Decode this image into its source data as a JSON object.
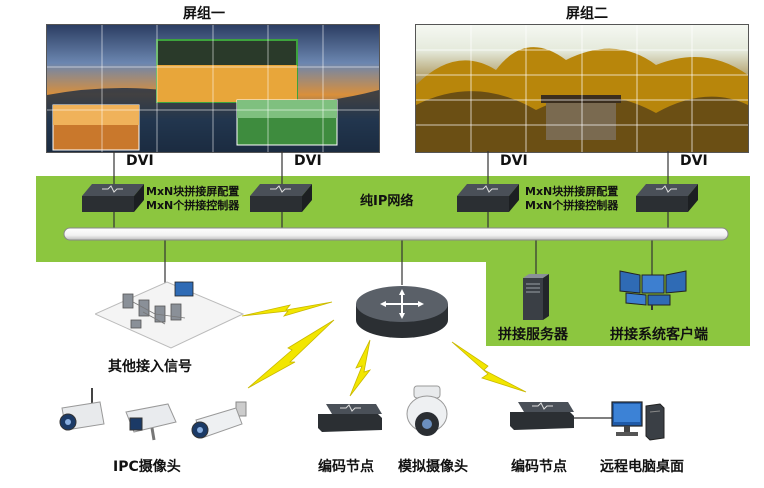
{
  "screen_groups": {
    "group1_title": "屏组一",
    "group2_title": "屏组二"
  },
  "dvi_labels": [
    "DVI",
    "DVI",
    "DVI",
    "DVI"
  ],
  "network": {
    "label": "纯IP网络",
    "controller_caption_line1": "MxN块拼接屏配置",
    "controller_caption_line2": "MxN个拼接控制器"
  },
  "nodes": {
    "splice_server": "拼接服务器",
    "splice_client": "拼接系统客户端",
    "other_signals": "其他接入信号",
    "ipc_camera": "IPC摄像头",
    "encoder_left": "编码节点",
    "analog_camera": "模拟摄像头",
    "encoder_right": "编码节点",
    "remote_desktop": "远程电脑桌面"
  },
  "colors": {
    "network_green": "#8cc63f",
    "lightning_yellow": "#f2e600",
    "device_dark": "#2b2f33"
  }
}
